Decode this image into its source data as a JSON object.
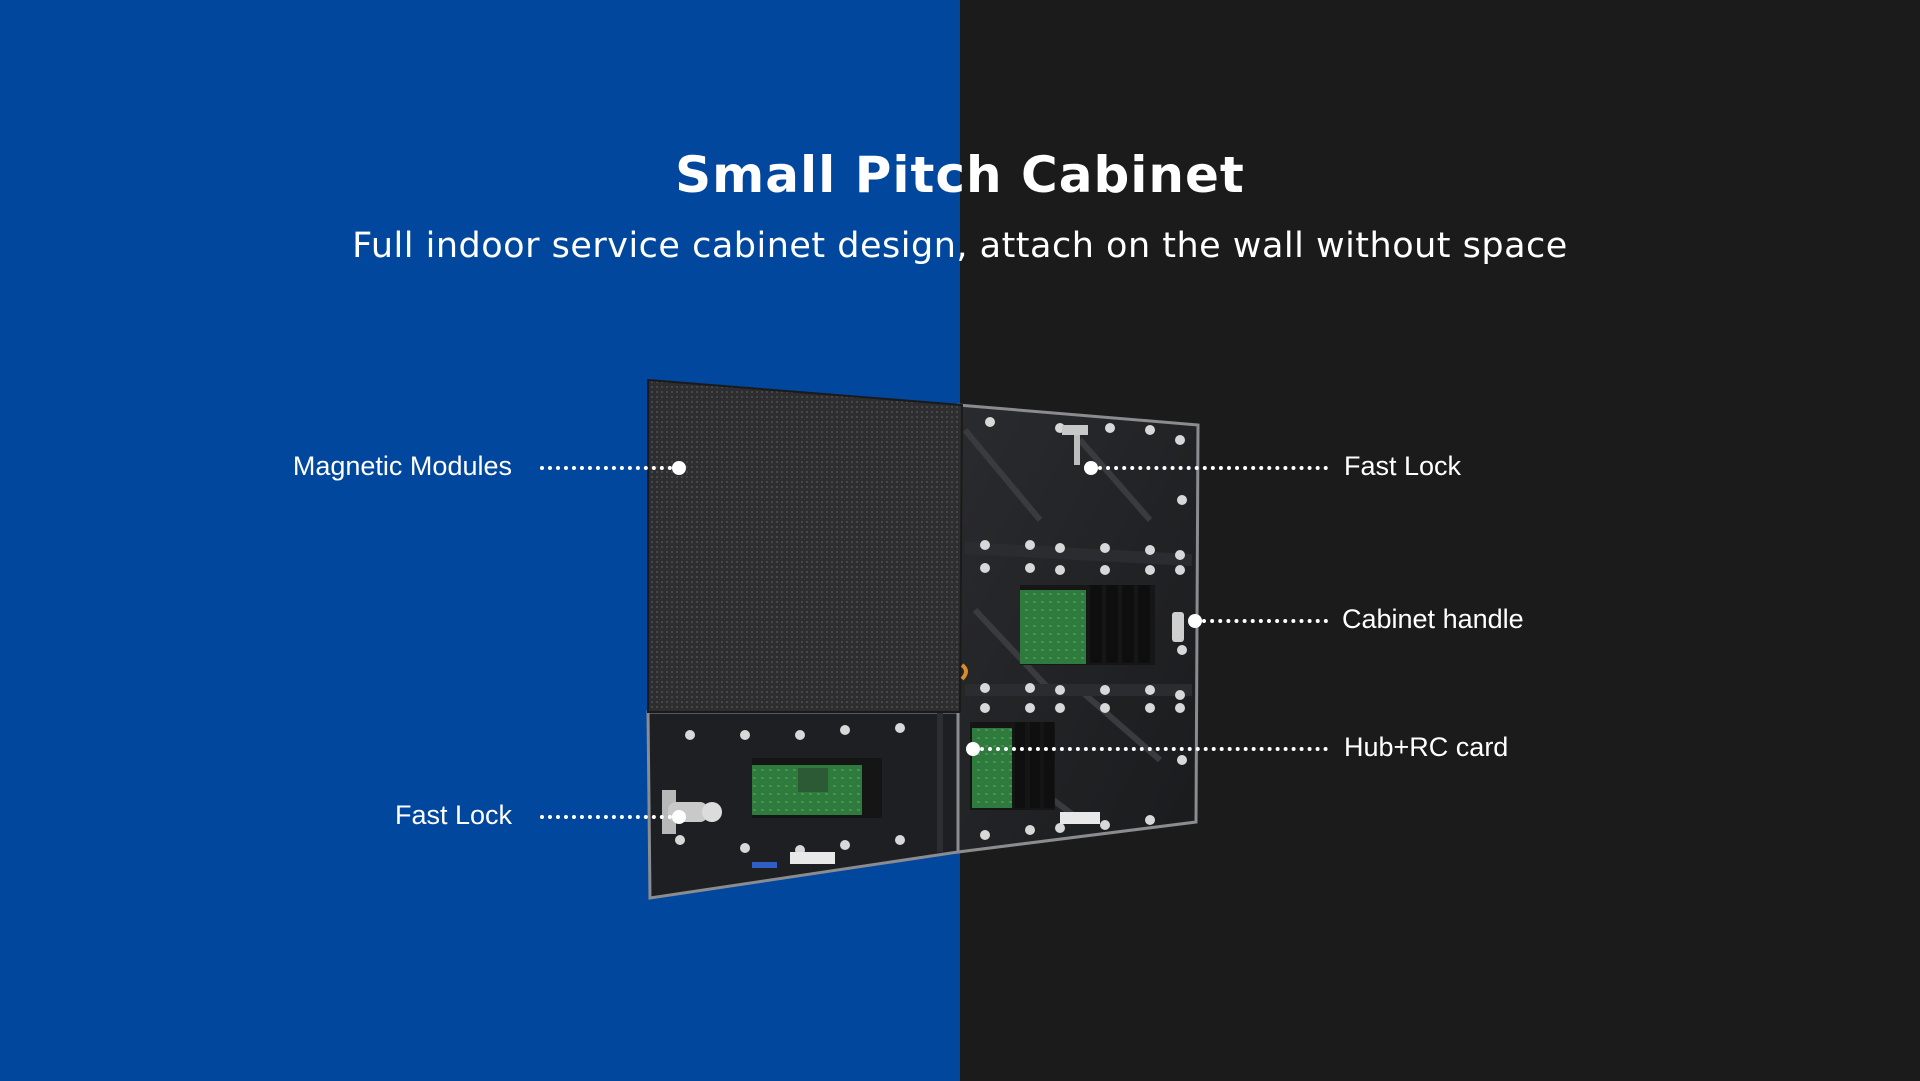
{
  "header": {
    "title": "Small Pitch Cabinet",
    "subtitle": "Full indoor service cabinet design, attach on the wall without space"
  },
  "colors": {
    "left_background": "#01479e",
    "right_background": "#1b1b1b",
    "text": "#ffffff"
  },
  "callouts": {
    "magnetic_modules": "Magnetic Modules",
    "fast_lock_left": "Fast Lock",
    "fast_lock_right": "Fast Lock",
    "cabinet_handle": "Cabinet handle",
    "hub_rc_card": "Hub+RC card"
  },
  "product": {
    "image_name": "led-cabinet-photo"
  }
}
